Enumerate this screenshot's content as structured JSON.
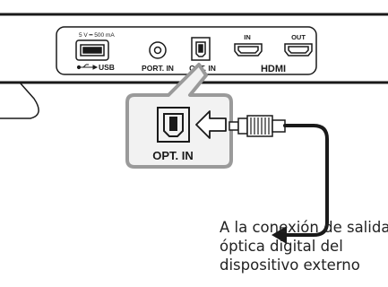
{
  "panel": {
    "usb_rating": "5 V ━ 500 mA",
    "usb_label": "USB",
    "port_in_label": "PORT. IN",
    "opt_in_label": "OPT. IN",
    "hdmi_in_label": "IN",
    "hdmi_out_label": "OUT",
    "hdmi_label": "HDMI"
  },
  "zoom": {
    "opt_in_label": "OPT. IN"
  },
  "caption": {
    "line1": "A la conexión de salida",
    "line2": "óptica digital del",
    "line3": "dispositivo externo"
  },
  "colors": {
    "outline": "#1a1a1a",
    "callout_border": "#9a9a9a",
    "callout_fill": "#f2f2f2"
  }
}
